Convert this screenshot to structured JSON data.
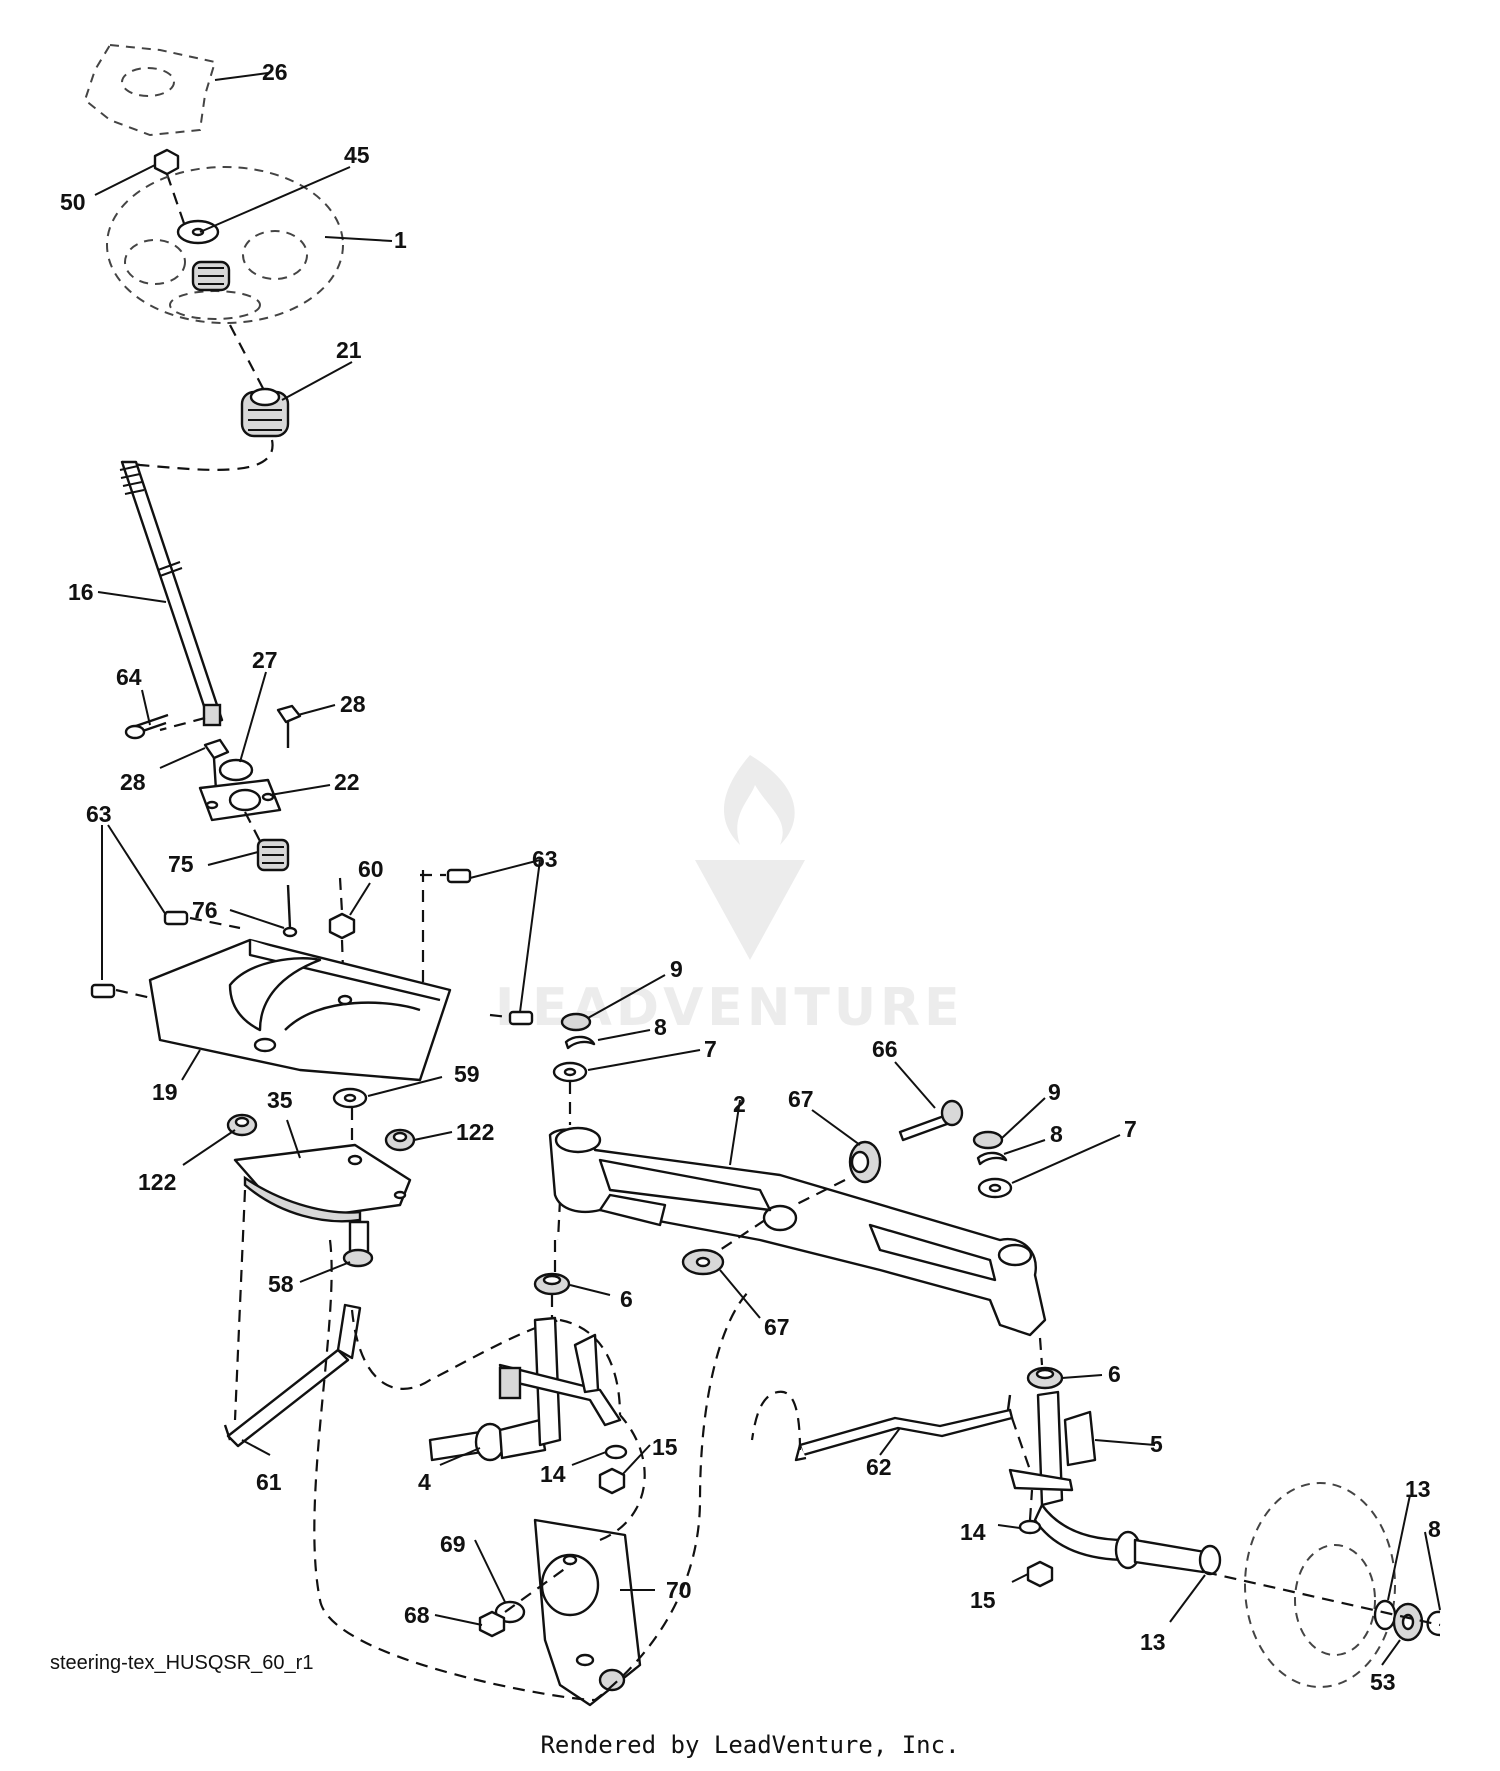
{
  "watermark": "LEADVENTURE",
  "filename": "steering-tex_HUSQSR_60_r1",
  "footer": "Rendered by LeadVenture, Inc.",
  "callouts": [
    {
      "id": "c26",
      "text": "26"
    },
    {
      "id": "c45",
      "text": "45"
    },
    {
      "id": "c50",
      "text": "50"
    },
    {
      "id": "c1",
      "text": "1"
    },
    {
      "id": "c21",
      "text": "21"
    },
    {
      "id": "c16",
      "text": "16"
    },
    {
      "id": "c64",
      "text": "64"
    },
    {
      "id": "c27",
      "text": "27"
    },
    {
      "id": "c28a",
      "text": "28"
    },
    {
      "id": "c28b",
      "text": "28"
    },
    {
      "id": "c22",
      "text": "22"
    },
    {
      "id": "c63a",
      "text": "63"
    },
    {
      "id": "c75",
      "text": "75"
    },
    {
      "id": "c60",
      "text": "60"
    },
    {
      "id": "c63b",
      "text": "63"
    },
    {
      "id": "c76",
      "text": "76"
    },
    {
      "id": "c19",
      "text": "19"
    },
    {
      "id": "c59",
      "text": "59"
    },
    {
      "id": "c35",
      "text": "35"
    },
    {
      "id": "c122a",
      "text": "122"
    },
    {
      "id": "c122b",
      "text": "122"
    },
    {
      "id": "c58",
      "text": "58"
    },
    {
      "id": "c61",
      "text": "61"
    },
    {
      "id": "c9a",
      "text": "9"
    },
    {
      "id": "c8a",
      "text": "8"
    },
    {
      "id": "c7a",
      "text": "7"
    },
    {
      "id": "c66",
      "text": "66"
    },
    {
      "id": "c9b",
      "text": "9"
    },
    {
      "id": "c67a",
      "text": "67"
    },
    {
      "id": "c2",
      "text": "2"
    },
    {
      "id": "c8b",
      "text": "8"
    },
    {
      "id": "c7b",
      "text": "7"
    },
    {
      "id": "c6a",
      "text": "6"
    },
    {
      "id": "c67b",
      "text": "67"
    },
    {
      "id": "c6b",
      "text": "6"
    },
    {
      "id": "c5",
      "text": "5"
    },
    {
      "id": "c62",
      "text": "62"
    },
    {
      "id": "c4",
      "text": "4"
    },
    {
      "id": "c14a",
      "text": "14"
    },
    {
      "id": "c15a",
      "text": "15"
    },
    {
      "id": "c69",
      "text": "69"
    },
    {
      "id": "c70",
      "text": "70"
    },
    {
      "id": "c68",
      "text": "68"
    },
    {
      "id": "c14b",
      "text": "14"
    },
    {
      "id": "c15b",
      "text": "15"
    },
    {
      "id": "c13a",
      "text": "13"
    },
    {
      "id": "c8c",
      "text": "8"
    },
    {
      "id": "c13b",
      "text": "13"
    },
    {
      "id": "c53",
      "text": "53"
    }
  ]
}
